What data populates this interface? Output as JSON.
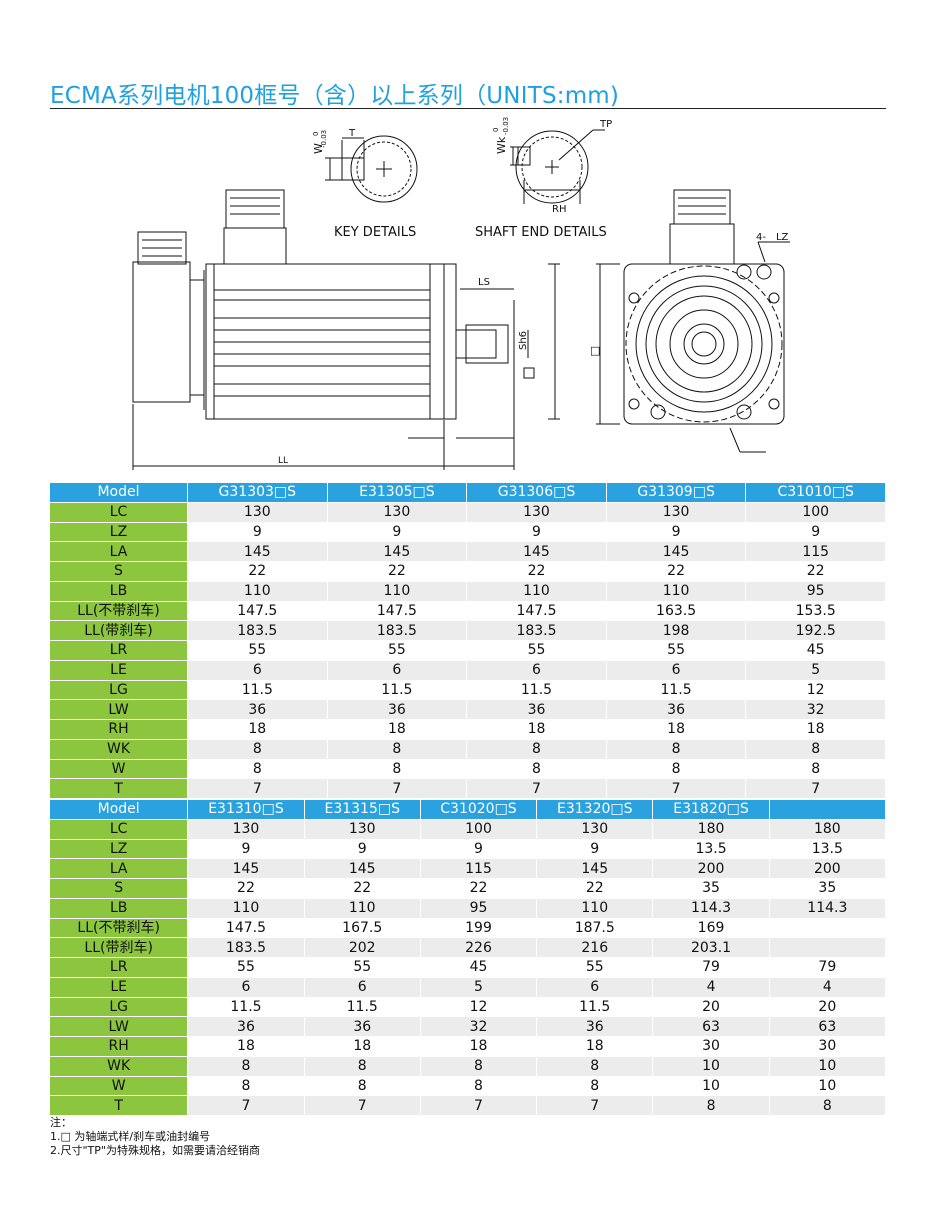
{
  "title": "ECMA系列电机100框号（含）以上系列（UNITS:mm)",
  "drawing": {
    "key_details": "KEY DETAILS",
    "shaft_end_details": "SHAFT END DETAILS",
    "labels": {
      "w": "W",
      "w_tol_top": "0",
      "w_tol_bottom": "-0.03",
      "t": "T",
      "wk": "Wk",
      "wk_tol_top": "0",
      "wk_tol_bottom": "-0.03",
      "tp": "TP",
      "rh": "RH",
      "ls": "LS",
      "sh6": "Sh6",
      "square": "□",
      "ll": "LL",
      "lz": "4-　LZ"
    }
  },
  "table1": {
    "header": [
      "Model",
      "G31303□S",
      "E31305□S",
      "G31306□S",
      "G31309□S",
      "C31010□S"
    ],
    "rows": [
      {
        "label": "LC",
        "values": [
          "130",
          "130",
          "130",
          "130",
          "100"
        ]
      },
      {
        "label": "LZ",
        "values": [
          "9",
          "9",
          "9",
          "9",
          "9"
        ]
      },
      {
        "label": "LA",
        "values": [
          "145",
          "145",
          "145",
          "145",
          "115"
        ]
      },
      {
        "label": "S",
        "values": [
          "22",
          "22",
          "22",
          "22",
          "22"
        ]
      },
      {
        "label": "LB",
        "values": [
          "110",
          "110",
          "110",
          "110",
          "95"
        ]
      },
      {
        "label": "LL(不带刹车)",
        "values": [
          "147.5",
          "147.5",
          "147.5",
          "163.5",
          "153.5"
        ]
      },
      {
        "label": "LL(带刹车)",
        "values": [
          "183.5",
          "183.5",
          "183.5",
          "198",
          "192.5"
        ]
      },
      {
        "label": "LR",
        "values": [
          "55",
          "55",
          "55",
          "55",
          "45"
        ]
      },
      {
        "label": "LE",
        "values": [
          "6",
          "6",
          "6",
          "6",
          "5"
        ]
      },
      {
        "label": "LG",
        "values": [
          "11.5",
          "11.5",
          "11.5",
          "11.5",
          "12"
        ]
      },
      {
        "label": "LW",
        "values": [
          "36",
          "36",
          "36",
          "36",
          "32"
        ]
      },
      {
        "label": "RH",
        "values": [
          "18",
          "18",
          "18",
          "18",
          "18"
        ]
      },
      {
        "label": "WK",
        "values": [
          "8",
          "8",
          "8",
          "8",
          "8"
        ]
      },
      {
        "label": "W",
        "values": [
          "8",
          "8",
          "8",
          "8",
          "8"
        ]
      },
      {
        "label": "T",
        "values": [
          "7",
          "7",
          "7",
          "7",
          "7"
        ]
      }
    ]
  },
  "table2": {
    "header": [
      "Model",
      "E31310□S",
      "E31315□S",
      "C31020□S",
      "E31320□S",
      "E31820□S",
      ""
    ],
    "rows": [
      {
        "label": "LC",
        "values": [
          "130",
          "130",
          "100",
          "130",
          "180",
          "180"
        ]
      },
      {
        "label": "LZ",
        "values": [
          "9",
          "9",
          "9",
          "9",
          "13.5",
          "13.5"
        ]
      },
      {
        "label": "LA",
        "values": [
          "145",
          "145",
          "115",
          "145",
          "200",
          "200"
        ]
      },
      {
        "label": "S",
        "values": [
          "22",
          "22",
          "22",
          "22",
          "35",
          "35"
        ]
      },
      {
        "label": "LB",
        "values": [
          "110",
          "110",
          "95",
          "110",
          "114.3",
          "114.3"
        ]
      },
      {
        "label": "LL(不带刹车)",
        "values": [
          "147.5",
          "167.5",
          "199",
          "187.5",
          "169",
          ""
        ]
      },
      {
        "label": "LL(带刹车)",
        "values": [
          "183.5",
          "202",
          "226",
          "216",
          "203.1",
          ""
        ]
      },
      {
        "label": "LR",
        "values": [
          "55",
          "55",
          "45",
          "55",
          "79",
          "79"
        ]
      },
      {
        "label": "LE",
        "values": [
          "6",
          "6",
          "5",
          "6",
          "4",
          "4"
        ]
      },
      {
        "label": "LG",
        "values": [
          "11.5",
          "11.5",
          "12",
          "11.5",
          "20",
          "20"
        ]
      },
      {
        "label": "LW",
        "values": [
          "36",
          "36",
          "32",
          "36",
          "63",
          "63"
        ]
      },
      {
        "label": "RH",
        "values": [
          "18",
          "18",
          "18",
          "18",
          "30",
          "30"
        ]
      },
      {
        "label": "WK",
        "values": [
          "8",
          "8",
          "8",
          "8",
          "10",
          "10"
        ]
      },
      {
        "label": "W",
        "values": [
          "8",
          "8",
          "8",
          "8",
          "10",
          "10"
        ]
      },
      {
        "label": "T",
        "values": [
          "7",
          "7",
          "7",
          "7",
          "8",
          "8"
        ]
      }
    ]
  },
  "notes": {
    "heading": "注：",
    "line1": "1.□ 为轴端式样/刹车或油封编号",
    "line2": "2.尺寸\"TP\"为特殊规格，如需要请洽经销商"
  },
  "colors": {
    "title": "#1fa1e0",
    "header_bg": "#2aa2df",
    "label_bg": "#8cc63f",
    "row_alt": "#ececec"
  }
}
